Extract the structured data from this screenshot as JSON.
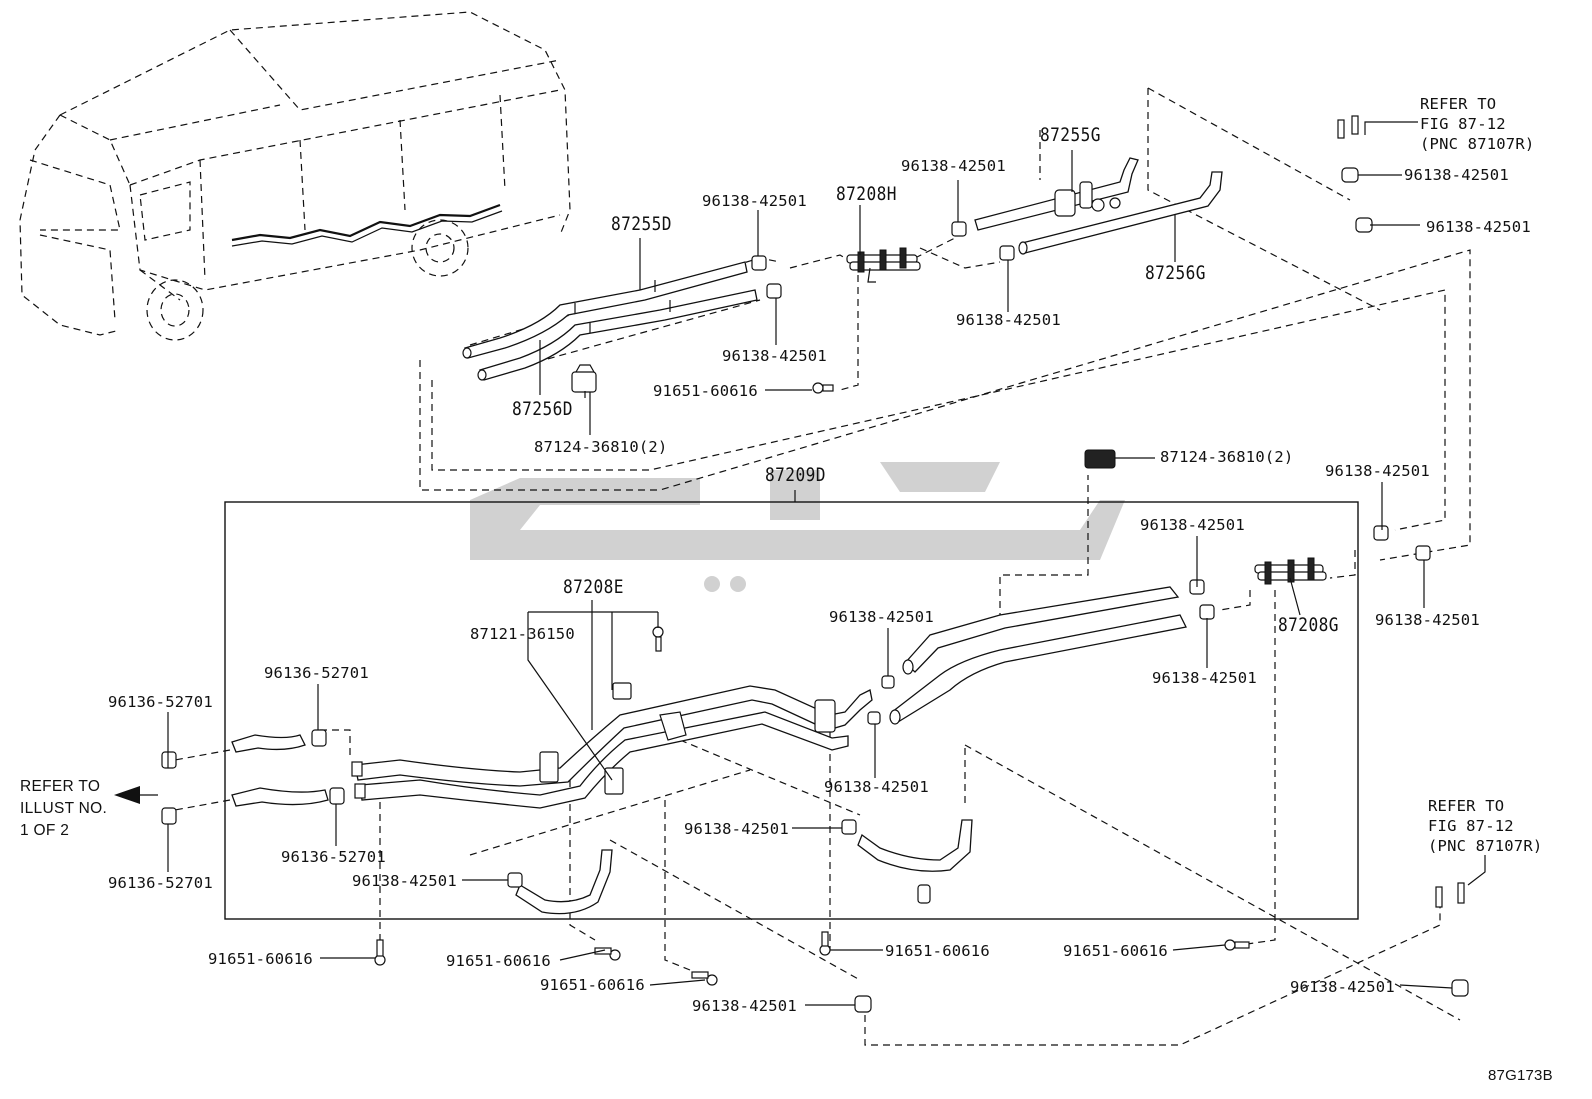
{
  "diagram_code": "87G173B",
  "callouts": {
    "p87255D": "87255D",
    "p87256D": "87256D",
    "p87208H": "87208H",
    "p87255G": "87255G",
    "p87256G": "87256G",
    "p87209D": "87209D",
    "p87208E": "87208E",
    "p87208G": "87208G",
    "p87121": "87121-36150",
    "clip_top": "87124-36810(2)",
    "clip_mid": "87124-36810(2)",
    "clamp": "96138-42501",
    "hose_clamp": "96136-52701",
    "bolt": "91651-60616"
  },
  "refer_fig": {
    "line1": "REFER TO",
    "line2": "FIG 87-12",
    "line3": "(PNC 87107R)"
  },
  "refer_illust": {
    "line1": "REFER TO",
    "line2": "ILLUST NO.",
    "line3": "1 OF 2"
  }
}
